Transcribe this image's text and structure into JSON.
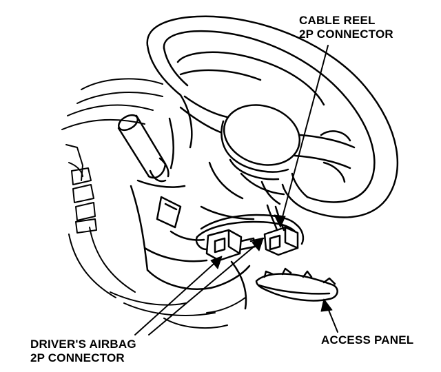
{
  "labels": {
    "cable_reel": {
      "line1": "CABLE REEL",
      "line2": "2P CONNECTOR"
    },
    "drivers_airbag": {
      "line1": "DRIVER'S AIRBAG",
      "line2": "2P CONNECTOR"
    },
    "access_panel": {
      "line1": "ACCESS PANEL"
    }
  },
  "colors": {
    "ink": "#000000",
    "paper": "#ffffff"
  }
}
